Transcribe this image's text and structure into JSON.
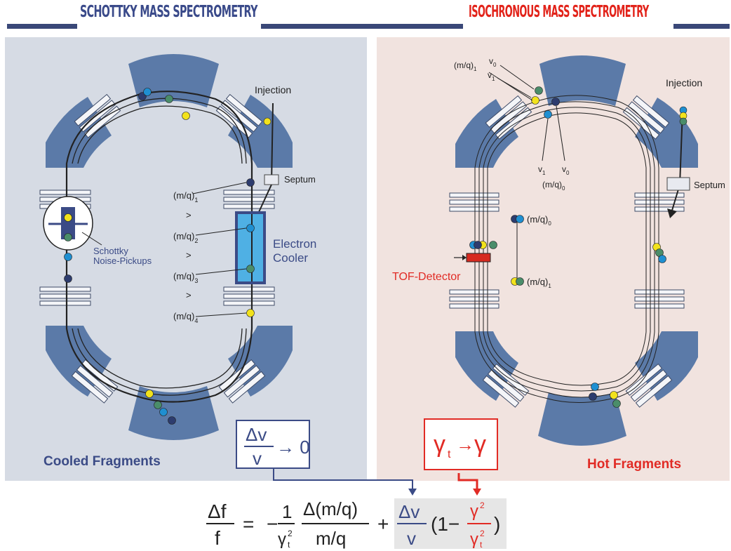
{
  "headers": {
    "left": "SCHOTTKY MASS SPECTROMETRY",
    "right": "ISOCHRONOUS  MASS SPECTROMETRY"
  },
  "left_panel": {
    "injection": "Injection",
    "septum": "Septum",
    "mq_label": "(m/q)",
    "subscripts": [
      "1",
      "2",
      "3",
      "4"
    ],
    "gt": ">",
    "electron_cooler": [
      "Electron",
      "Cooler"
    ],
    "pickups": [
      "Schottky",
      "Noise-Pickups"
    ],
    "caption": "Cooled Fragments"
  },
  "right_panel": {
    "injection": "Injection",
    "septum": "Septum",
    "mq1": "(m/q)",
    "v0": "v",
    "v1": "v",
    "mq0": "(m/q)",
    "tof": "TOF-Detector",
    "caption": "Hot Fragments"
  },
  "conditions": {
    "left_num": "Δv",
    "left_den": "v",
    "left_tail": "→ 0",
    "right_gamma_t": "γ",
    "right_sub": "t",
    "right_arrow": "→",
    "right_gamma": "γ"
  },
  "formula": {
    "lhs_num": "Δf",
    "lhs_den": "f",
    "equals": "=",
    "minus": "−",
    "one": "1",
    "gamma_t": "γ",
    "sq": "2",
    "t": "t",
    "dmq_num": "Δ(m/q)",
    "dmq_den": "m/q",
    "plus": "+",
    "dv_num": "Δv",
    "dv_den": "v",
    "paren_open": "(1−",
    "gamma": "γ",
    "paren_close": ")"
  },
  "colors": {
    "left_bg": "#d6dbe4",
    "right_bg": "#f1e3df",
    "magnet": "#5b7aa8",
    "navy": "#3b4b86",
    "red": "#e12b25",
    "yellow": "#f2e21c",
    "blue_ion": "#1f8fd1",
    "green_ion": "#4a8d6a",
    "navy_ion": "#2d3c6e",
    "cooler": "#4fb0e4"
  }
}
